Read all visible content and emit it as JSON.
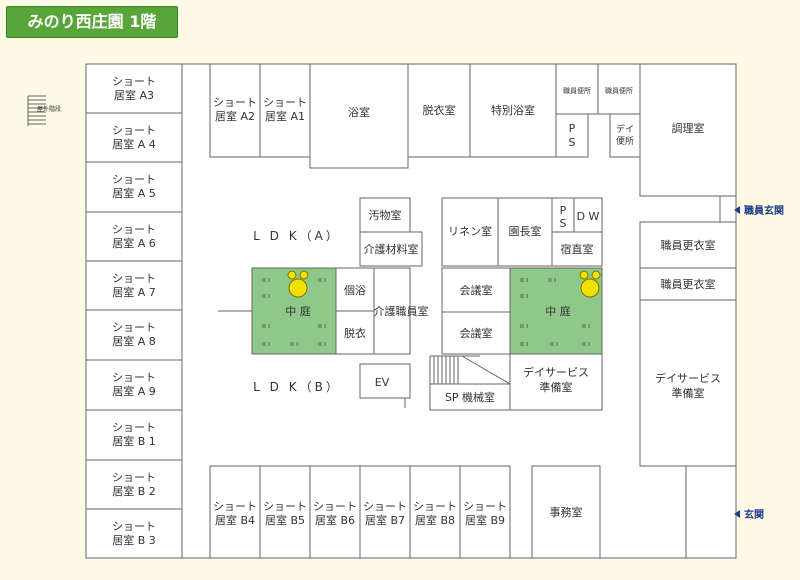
{
  "title": "みのり西庄園 1階",
  "rooms": {
    "short_a3": [
      "ショート",
      "居室 A3"
    ],
    "short_a4": [
      "ショート",
      "居室 A 4"
    ],
    "short_a5": [
      "ショート",
      "居室 A 5"
    ],
    "short_a6": [
      "ショート",
      "居室 A 6"
    ],
    "short_a7": [
      "ショート",
      "居室 A 7"
    ],
    "short_a8": [
      "ショート",
      "居室 A 8"
    ],
    "short_a9": [
      "ショート",
      "居室 A 9"
    ],
    "short_b1": [
      "ショート",
      "居室 B 1"
    ],
    "short_b2": [
      "ショート",
      "居室 B 2"
    ],
    "short_b3": [
      "ショート",
      "居室 B 3"
    ],
    "short_a2": [
      "ショート",
      "居室 A2"
    ],
    "short_a1": [
      "ショート",
      "居室 A1"
    ],
    "short_b4": [
      "ショート",
      "居室 B4"
    ],
    "short_b5": [
      "ショート",
      "居室 B5"
    ],
    "short_b6": [
      "ショート",
      "居室 B6"
    ],
    "short_b7": [
      "ショート",
      "居室 B7"
    ],
    "short_b8": [
      "ショート",
      "居室 B8"
    ],
    "short_b9": [
      "ショート",
      "居室 B9"
    ],
    "bath": "浴室",
    "dressing": "脱衣室",
    "special_bath": "特別浴室",
    "staff_toilet_1": "職員便所",
    "staff_toilet_2": "職員便所",
    "ps_top": [
      "P",
      "S"
    ],
    "day_toilet": [
      "デイ",
      "便所"
    ],
    "kitchen": "調理室",
    "staff_entrance": "職員玄関",
    "staff_locker_1": "職員更衣室",
    "staff_locker_2": "職員更衣室",
    "day_prep_right": [
      "デイサービス",
      "準備室"
    ],
    "entrance": "玄関",
    "office": "事務室",
    "ldk_a": "L D K（A）",
    "ldk_b": "L D K（B）",
    "soiled": "汚物室",
    "care_material": "介護材料室",
    "individual_bath": "個浴",
    "undress": "脱衣",
    "care_staff": "介護職員室",
    "courtyard_left": "中 庭",
    "courtyard_right": "中 庭",
    "ev": "EV",
    "linen": "リネン室",
    "director": "園長室",
    "ps_mid": [
      "P",
      "S"
    ],
    "dw": "D W",
    "night_duty": "宿直室",
    "meeting_1": "会議室",
    "meeting_2": "会議室",
    "day_prep_center": [
      "デイサービス",
      "準備室"
    ],
    "sp_machine": "SP 機械室",
    "outdoor_stairs": "屋外階段"
  }
}
